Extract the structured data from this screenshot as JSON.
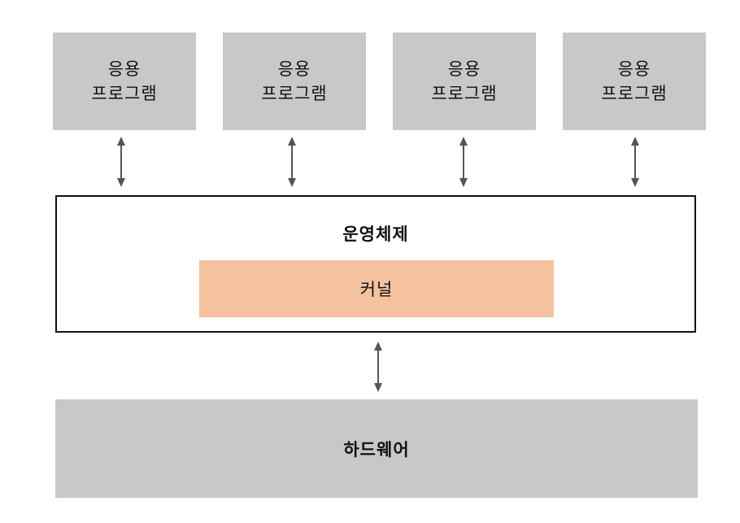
{
  "applications": [
    {
      "line1": "응용",
      "line2": "프로그램"
    },
    {
      "line1": "응용",
      "line2": "프로그램"
    },
    {
      "line1": "응용",
      "line2": "프로그램"
    },
    {
      "line1": "응용",
      "line2": "프로그램"
    }
  ],
  "operating_system": {
    "label": "운영체제"
  },
  "kernel": {
    "label": "커널"
  },
  "hardware": {
    "label": "하드웨어"
  },
  "colors": {
    "box_fill": "#c9c8c8",
    "kernel_fill": "#f5c2a0",
    "arrow": "#555555",
    "border": "#111111"
  }
}
